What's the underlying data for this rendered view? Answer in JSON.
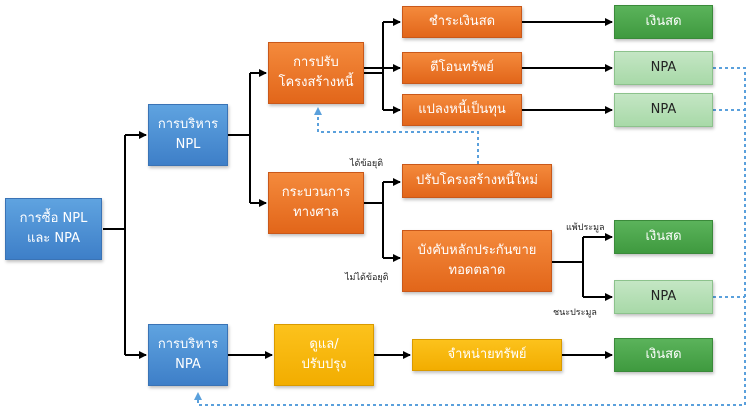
{
  "nodes": {
    "buy_npl_npa": "การซื้อ NPL\nและ NPA",
    "manage_npl": "การบริหาร\nNPL",
    "manage_npa": "การบริหาร\nNPA",
    "restructure": "การปรับ\nโครงสร้างหนี้",
    "court_process": "กระบวนการ\nทางศาล",
    "care_improve": "ดูแล/\nปรับปรุง",
    "pay_cash": "ชำระเงินสด",
    "asset_transfer": "ตีโอนทรัพย์",
    "debt_to_equity": "แปลงหนี้เป็นทุน",
    "re_restructure": "ปรับโครงสร้างหนี้ใหม่",
    "foreclose_sell": "บังคับหลักประกันขาย\nทอดตลาด",
    "sell_asset": "จำหน่ายทรัพย์",
    "cash_1": "เงินสด",
    "npa_1": "NPA",
    "npa_2": "NPA",
    "cash_2": "เงินสด",
    "npa_3": "NPA",
    "cash_3": "เงินสด"
  },
  "labels": {
    "settled": "ได้ข้อยุติ",
    "not_settled": "ไม่ได้ข้อยุติ",
    "auction_lost": "แพ้ประมูล",
    "auction_won": "ชนะประมูล"
  },
  "colors": {
    "blue": "#4a8fd6",
    "orange": "#ee7a2e",
    "yellow": "#f8b80e",
    "green": "#4aa84a",
    "light_green": "#b8e0b8",
    "dotted": "#5aa0dc",
    "arrow": "#000000"
  }
}
